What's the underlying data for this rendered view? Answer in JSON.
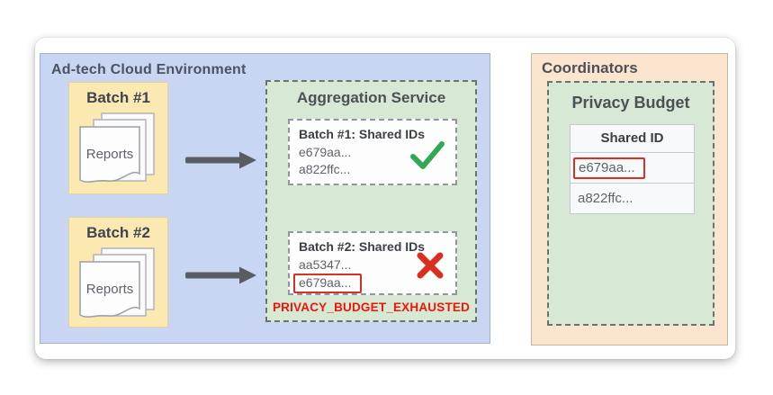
{
  "adtech": {
    "title": "Ad-tech Cloud Environment",
    "batch1": {
      "label": "Batch #1",
      "doc_label": "Reports"
    },
    "batch2": {
      "label": "Batch #2",
      "doc_label": "Reports"
    }
  },
  "aggregation": {
    "title": "Aggregation Service",
    "result1": {
      "title": "Batch #1: Shared IDs",
      "id1": "e679aa...",
      "id2": "a822ffc..."
    },
    "result2": {
      "title": "Batch #2: Shared IDs",
      "id1": "aa5347...",
      "id2": "e679aa..."
    },
    "error_label": "PRIVACY_BUDGET_EXHAUSTED"
  },
  "coordinators": {
    "title": "Coordinators",
    "privacy_budget": {
      "title": "Privacy Budget",
      "table_header": "Shared ID",
      "row1_id": "e679aa...",
      "row2_id": "a822ffc..."
    }
  },
  "icons": {
    "arrow_right": "arrow-right",
    "success_check": "green-checkmark",
    "failure_x": "red-x",
    "reports_stack": "stacked-documents"
  },
  "colors": {
    "adtech_bg": "#c8d6f3",
    "batch_bg": "#fce9b2",
    "service_bg": "#d7e8d4",
    "coordinators_bg": "#fbe5ce",
    "error_red": "#ee1607",
    "flag_outline_red": "#d93025",
    "success_green": "#33a852",
    "arrow_gray": "#595d63"
  }
}
